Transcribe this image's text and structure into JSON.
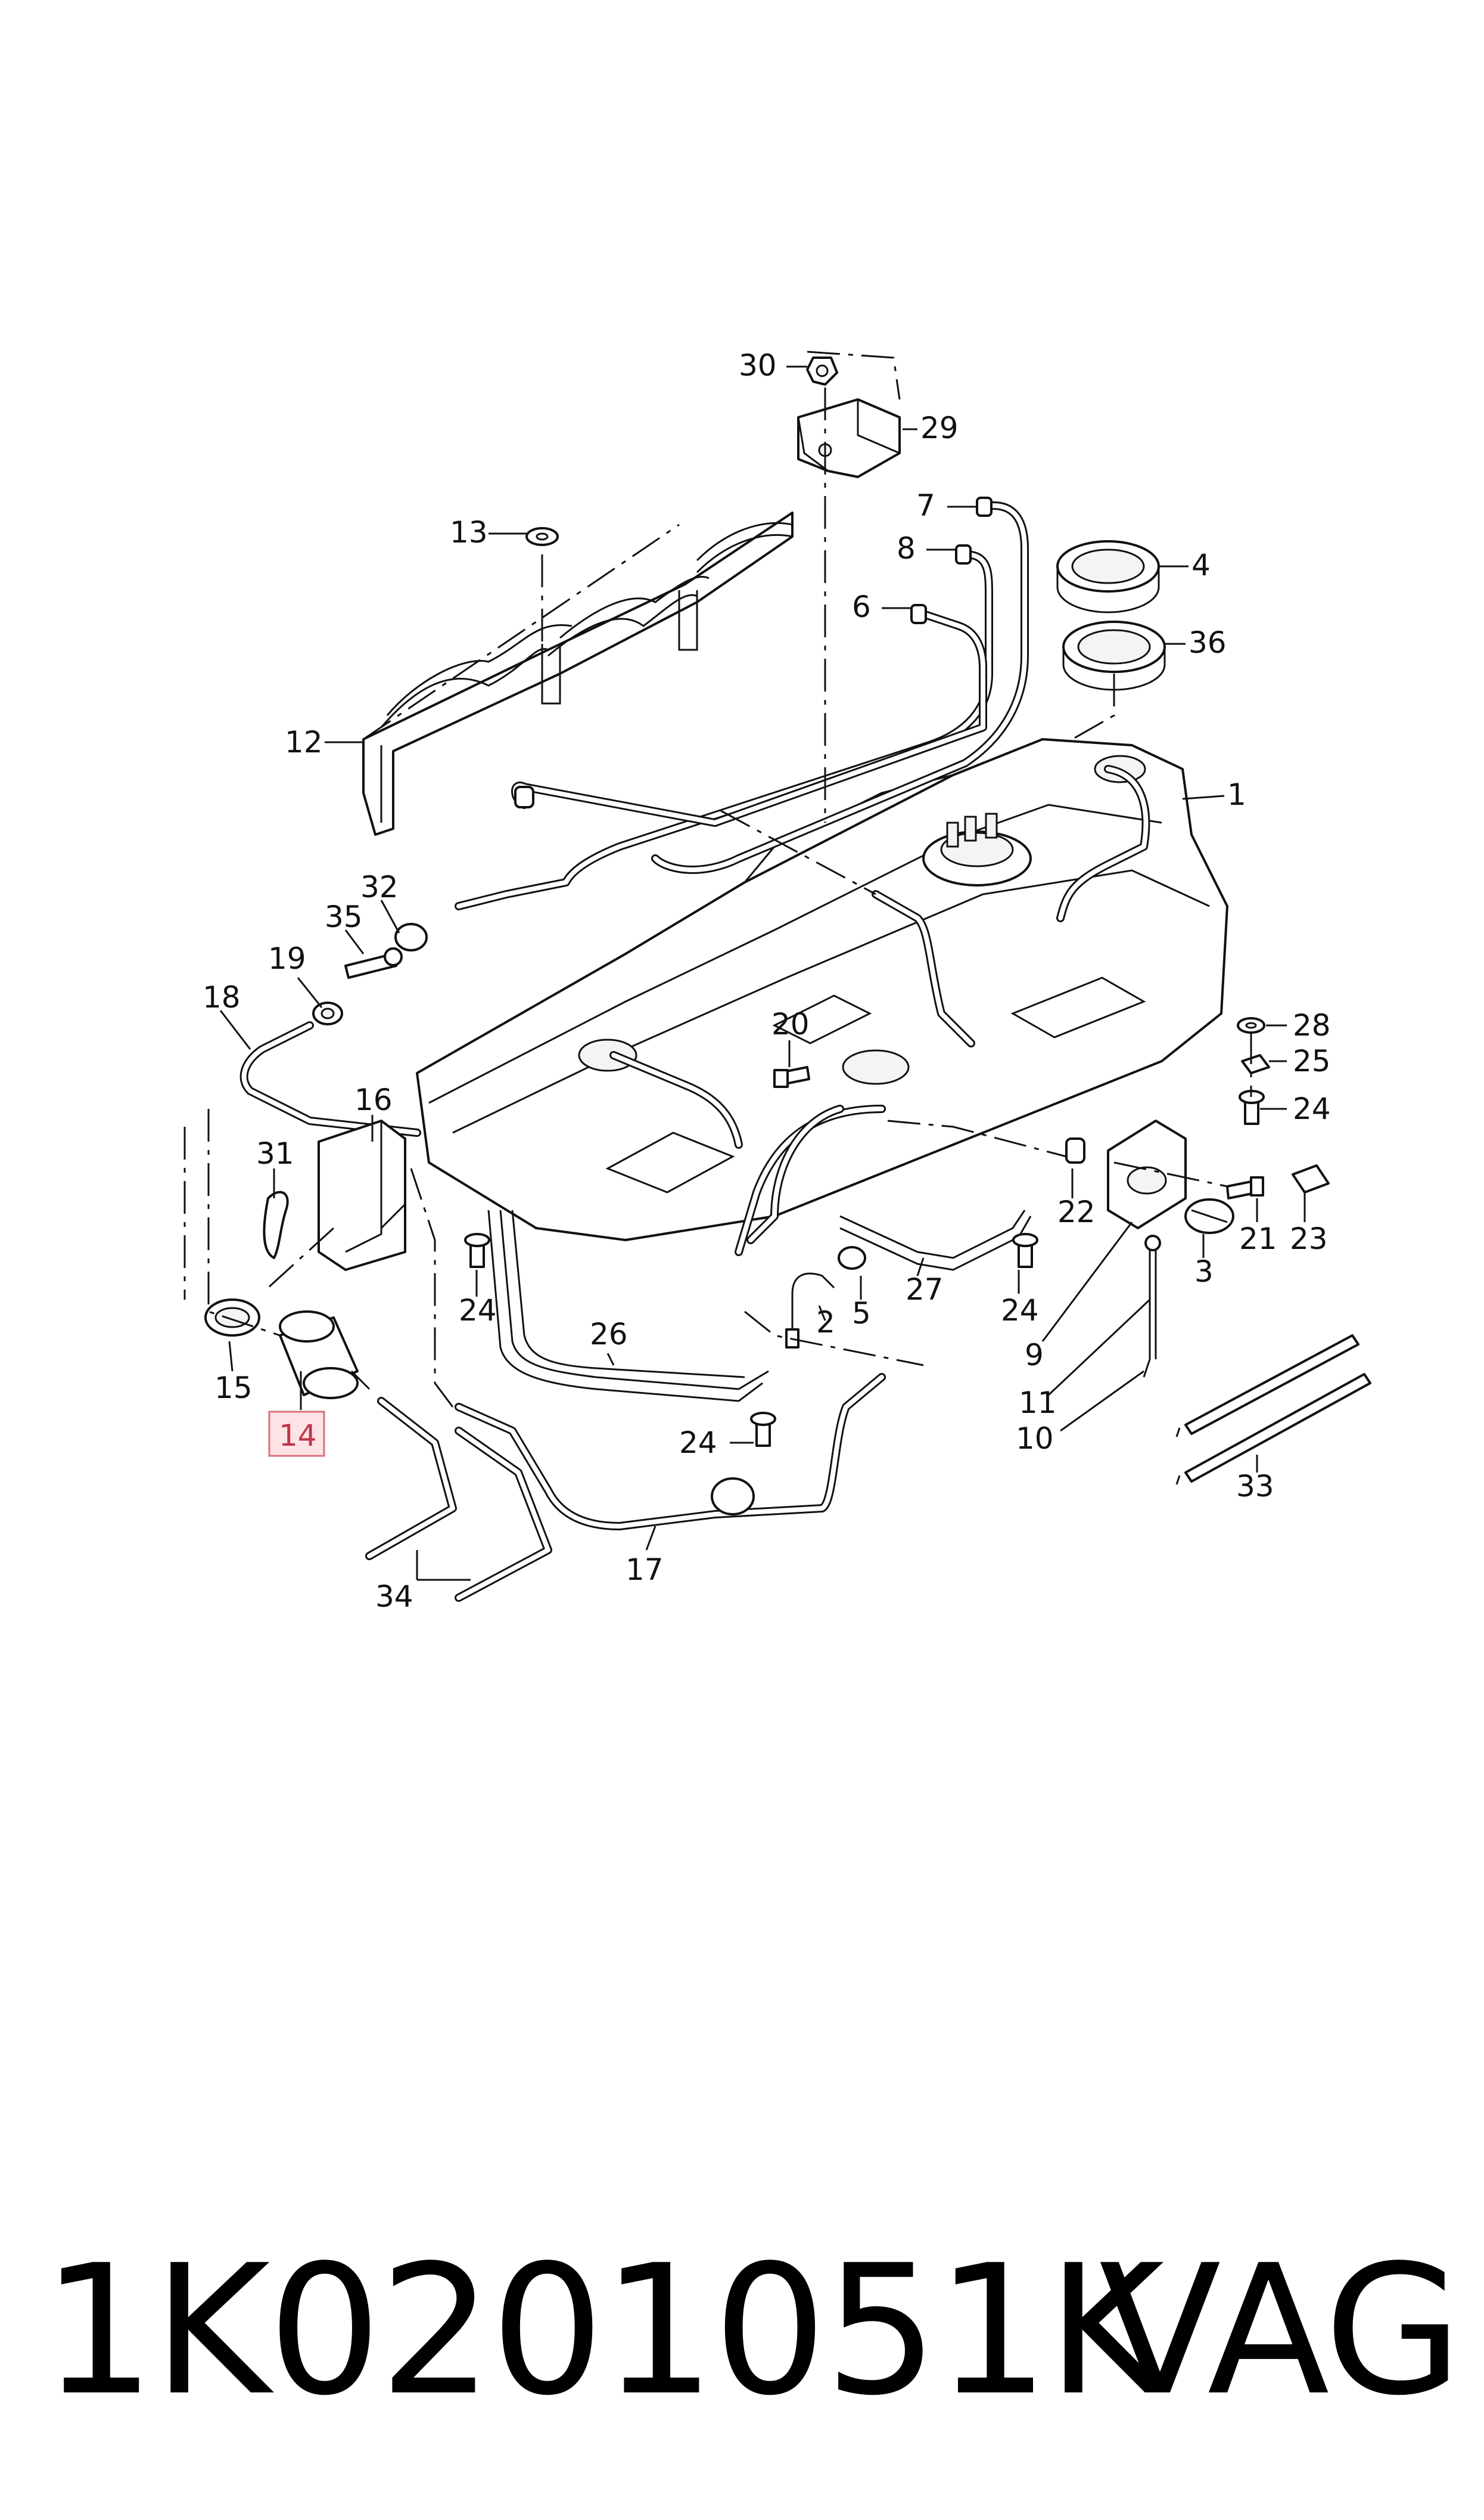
{
  "diagram": {
    "highlighted_callout": "14",
    "callouts": {
      "c1": "1",
      "c2": "2",
      "c3": "3",
      "c4": "4",
      "c5": "5",
      "c6": "6",
      "c7": "7",
      "c8": "8",
      "c9": "9",
      "c10": "10",
      "c11": "11",
      "c12": "12",
      "c13": "13",
      "c14": "14",
      "c15": "15",
      "c16": "16",
      "c17": "17",
      "c18": "18",
      "c19": "19",
      "c20": "20",
      "c21": "21",
      "c22": "22",
      "c23": "23",
      "c24a": "24",
      "c24b": "24",
      "c24c": "24",
      "c24d": "24",
      "c25": "25",
      "c26": "26",
      "c27": "27",
      "c28": "28",
      "c29": "29",
      "c30": "30",
      "c31": "31",
      "c32": "32",
      "c33": "33",
      "c34": "34",
      "c35": "35",
      "c36": "36"
    }
  },
  "footer": {
    "part_number": "1K0201051K",
    "brand": "VAG"
  },
  "colors": {
    "line": "#111111",
    "highlight_fill": "#fde3e6",
    "highlight_border": "#d9707e",
    "highlight_text": "#c0354a"
  }
}
